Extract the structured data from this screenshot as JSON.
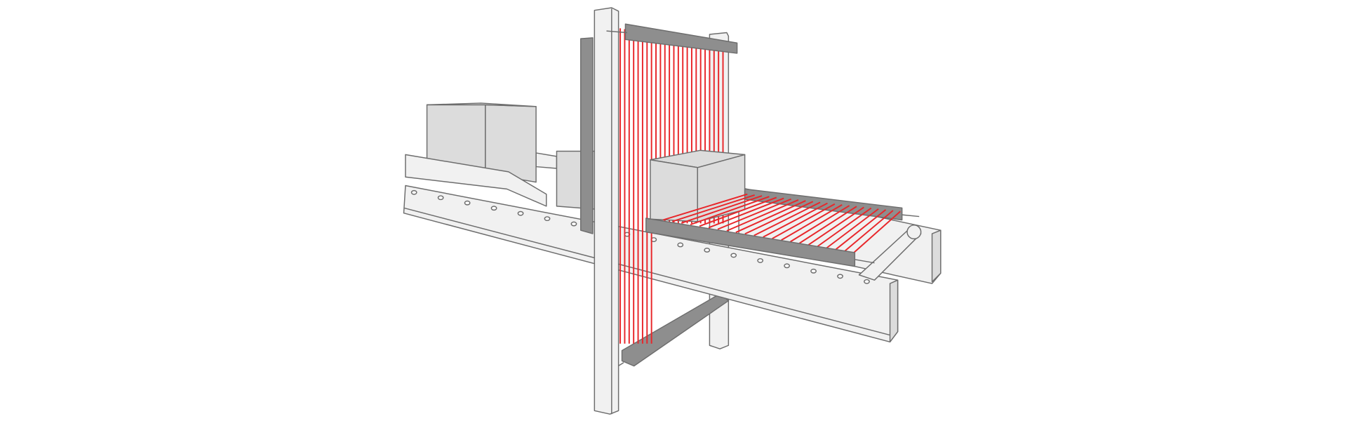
{
  "colors": {
    "light_beam": "#e8262a",
    "structure_light": "#f1f1f1",
    "structure_mid": "#dcdcdc",
    "sensor_bar": "#8e8e8e",
    "outline": "#6d6d6d"
  },
  "illustration": {
    "vertical_beam_count": 24,
    "horizontal_beam_count": 22,
    "roller_count": 18
  }
}
